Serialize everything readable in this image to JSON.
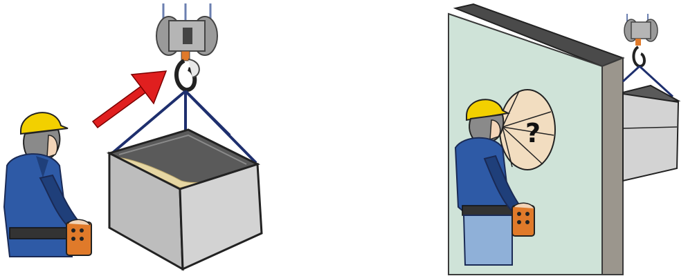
{
  "illustration": {
    "blind_spot_symbol": "?",
    "palette": {
      "helmet": "#f2d000",
      "jacket": "#2e5aa6",
      "jacket_dark": "#1f3f7a",
      "arrow": "#e01f1f",
      "wall": "#cfe3d8",
      "wall_edge": "#3a3a3a",
      "box_side": "#c9c9c9",
      "box_top": "#5a5a5a",
      "sand": "#e6d6a3",
      "sling": "#1e2f6e",
      "skin": "#f2d4b8",
      "controller": "#e07a2a"
    },
    "icons": {
      "left": [
        "worker",
        "hard-hat",
        "remote-controller",
        "arrow",
        "crane-hook",
        "load-box"
      ],
      "right": [
        "worker",
        "hard-hat",
        "remote-controller",
        "wall",
        "vision-cone",
        "question-mark",
        "crane-hook",
        "load-box"
      ]
    }
  }
}
